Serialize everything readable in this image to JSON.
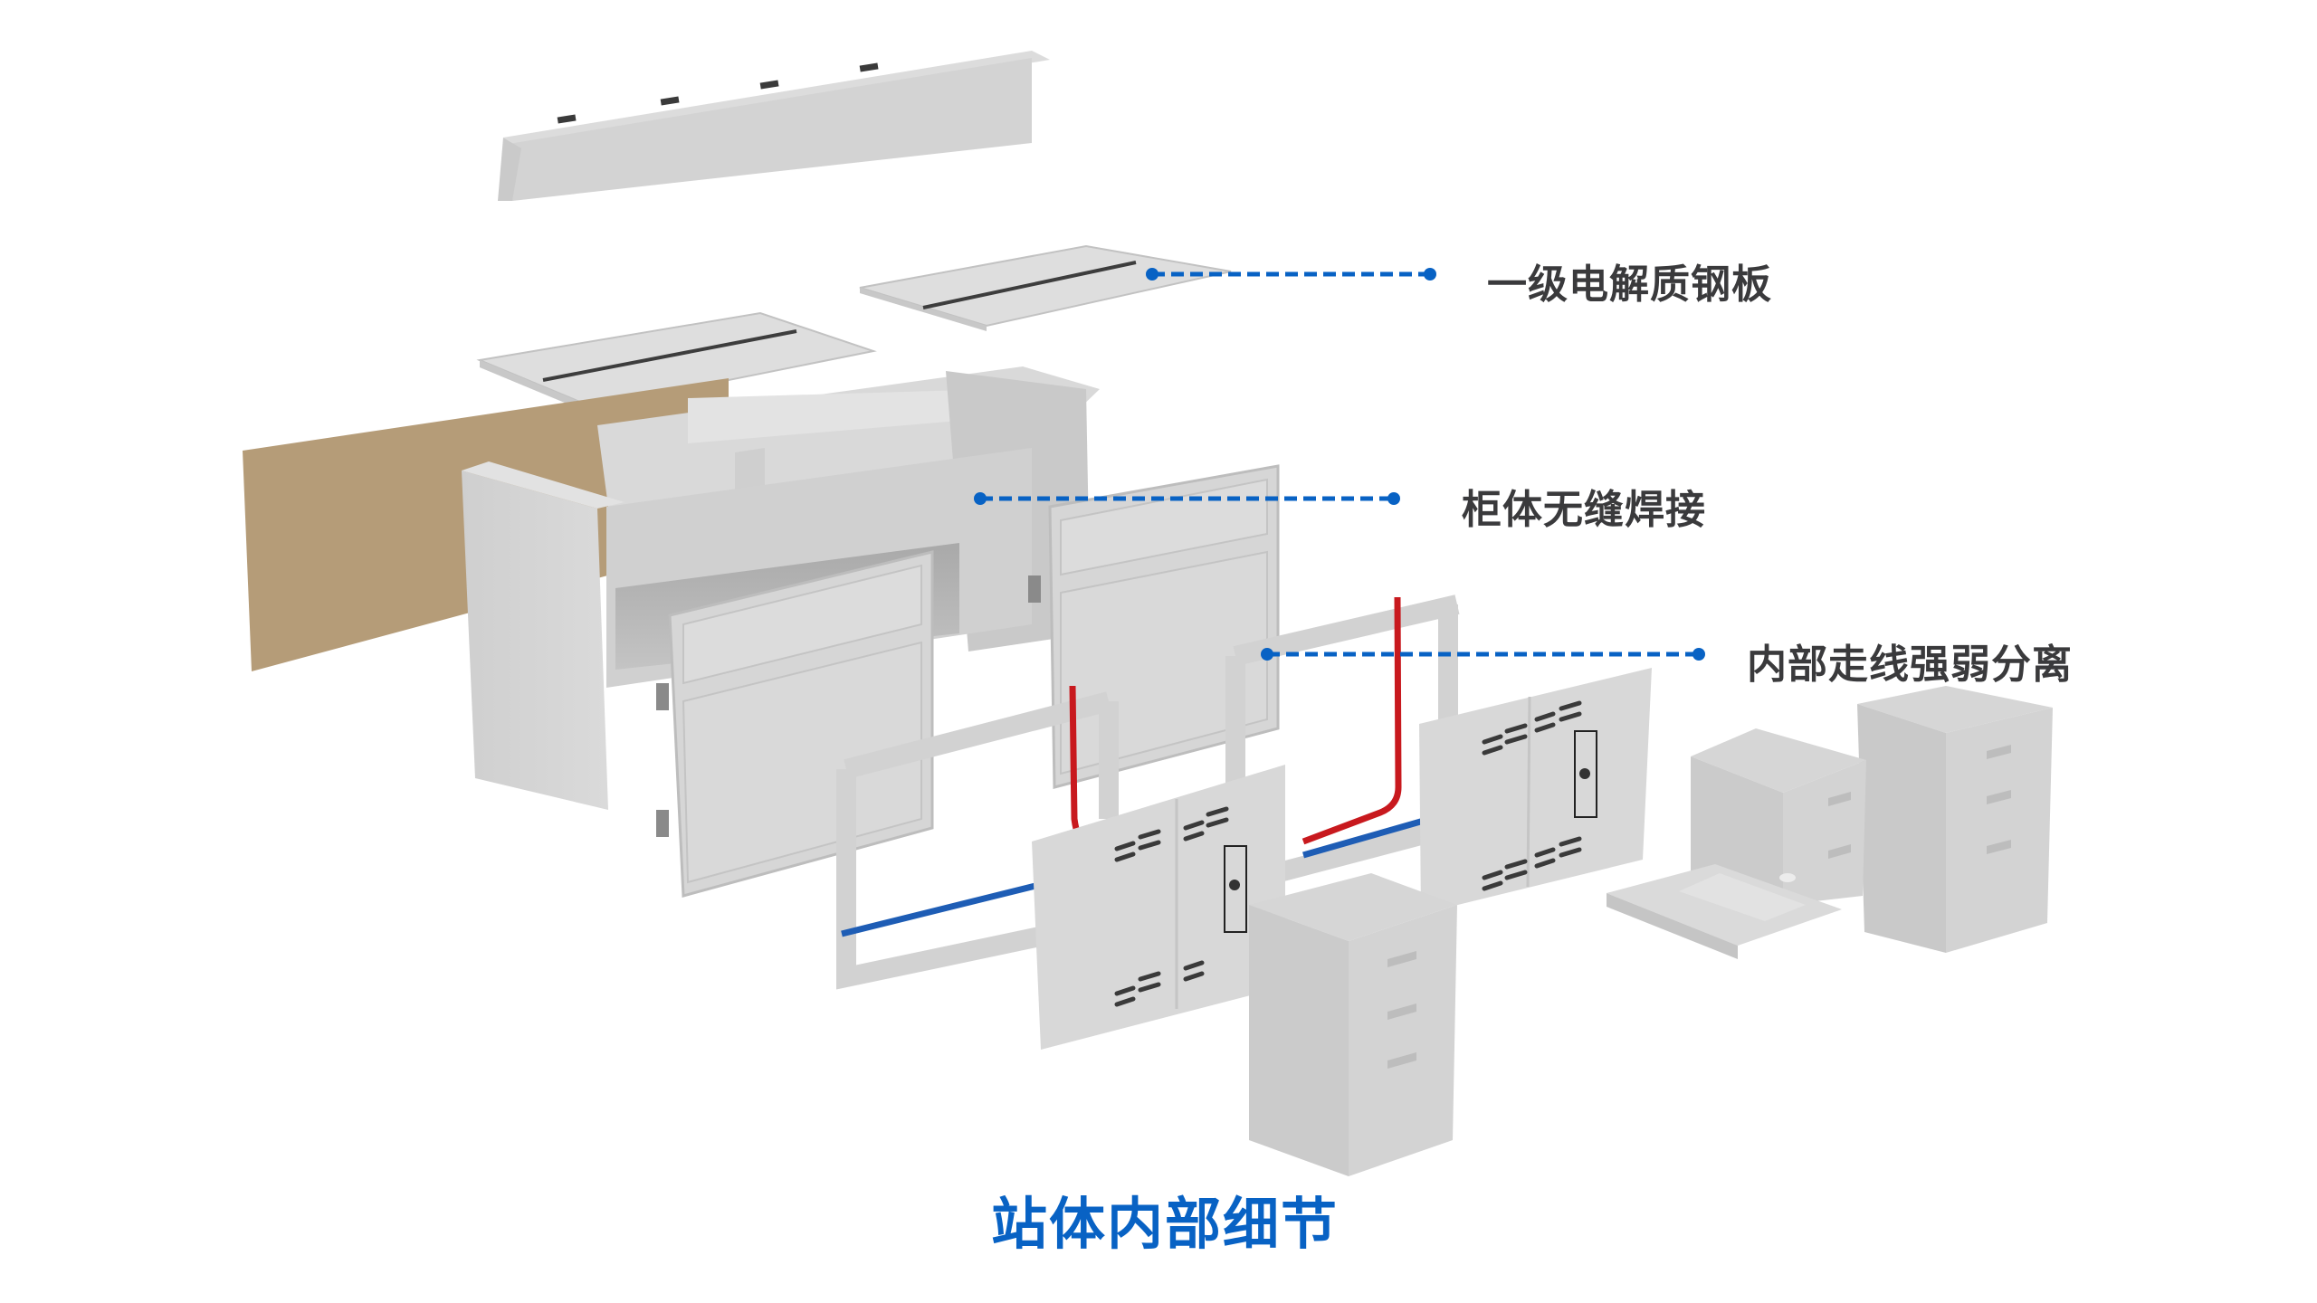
{
  "diagram": {
    "type": "exploded-view",
    "caption": "站体内部细节",
    "callouts": [
      {
        "id": "steel-plate",
        "label": "一级电解质钢板",
        "target": "desktop steel plate"
      },
      {
        "id": "seamless-weld",
        "label": "柜体无缝焊接",
        "target": "cabinet body"
      },
      {
        "id": "wiring-separation",
        "label": "内部走线强弱分离",
        "target": "internal wiring frame"
      }
    ],
    "components": [
      "top cable tray",
      "steel desktop plate (right)",
      "steel desktop plate (left)",
      "wood back panel",
      "main cabinet body",
      "front door panel (left)",
      "front door panel (right)",
      "wiring frame (left)",
      "wiring frame (right)",
      "strong-current cable (red)",
      "weak-current cable (blue)",
      "vented side panel (left)",
      "vented side panel (right)",
      "drawer pedestal (front)",
      "drawer pedestal (rear)",
      "keyboard tray unit"
    ],
    "colors": {
      "callout_line": "#0862c4",
      "caption": "#0862c4",
      "label_text": "#3a3a3c",
      "strong_cable": "#c8191e",
      "weak_cable": "#1e5db5",
      "wood_panel": "#b59c78",
      "steel": "#d6d6d6"
    }
  }
}
